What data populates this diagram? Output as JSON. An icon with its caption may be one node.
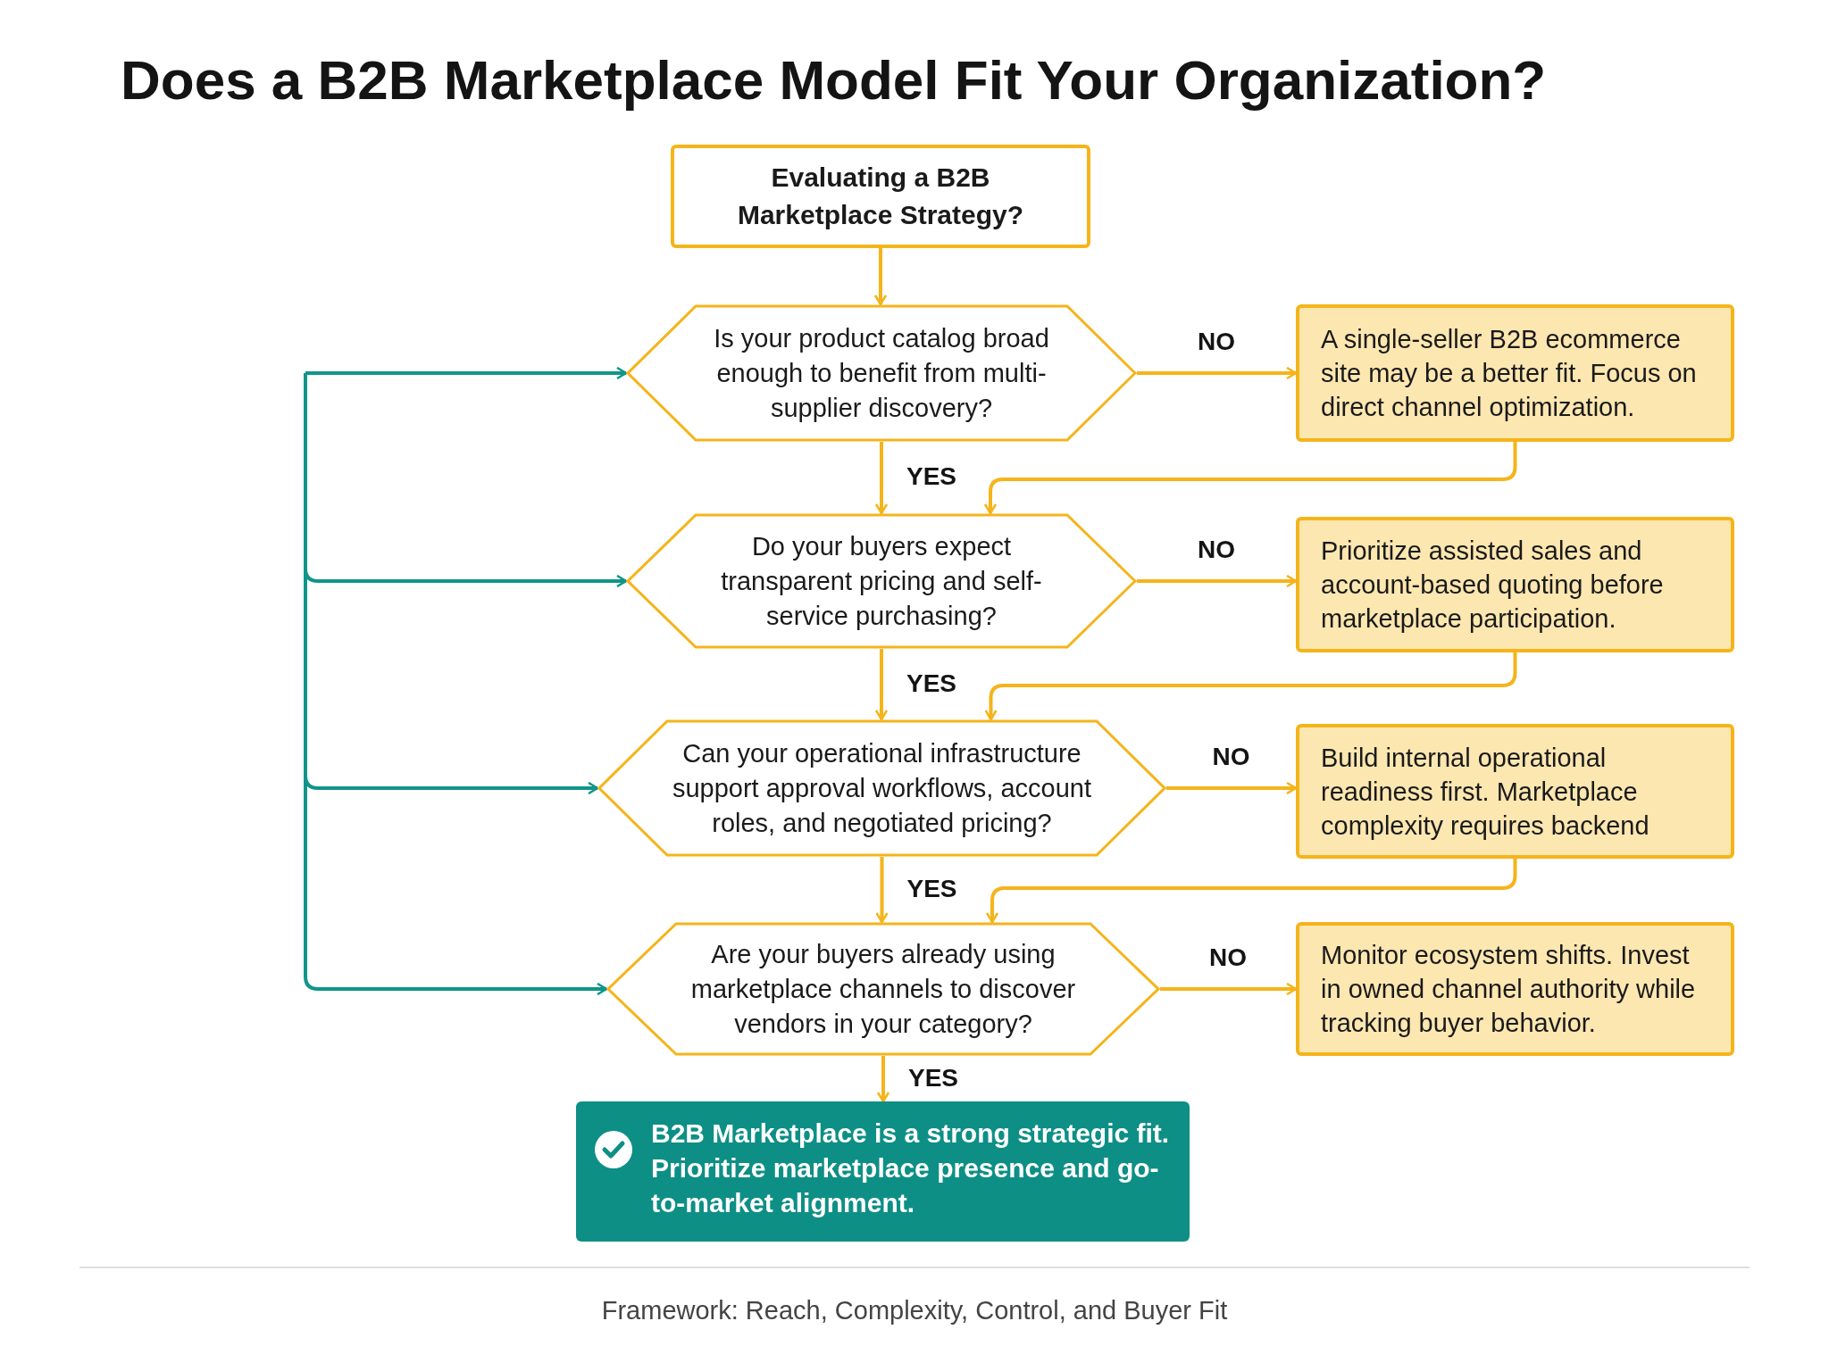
{
  "diagram": {
    "title": "Does a B2B Marketplace Model Fit Your Organization?",
    "nodes": [
      {
        "text": [
          "Evaluating a B2B Marketplace Strategy?"
        ]
      },
      {
        "text": [
          "Is your product catalog broad enough to benefit from multi-supplier discovery?"
        ]
      },
      {
        "text": [
          "A single-seller B2B ecommerce site may be a better fit. Focus on direct channel optimization."
        ]
      },
      {
        "text": [
          "Do your buyers expect transparent pricing and self-service purchasing?"
        ]
      },
      {
        "text": [
          "Prioritize assisted sales and account-based quoting before marketplace participation."
        ]
      },
      {
        "text": [
          "Can your operational infrastructure support approval workflows, account roles, and negotiated pricing?"
        ]
      },
      {
        "text": [
          "Build internal operational readiness first. Marketplace complexity requires backend"
        ]
      },
      {
        "text": [
          "Are your buyers already using marketplace channels to discover vendors in your category?"
        ]
      },
      {
        "text": [
          "Monitor ecosystem shifts. Invest in owned channel authority while tracking buyer behavior."
        ]
      },
      {
        "text": [
          "B2B Marketplace is a strong strategic fit. Prioritize marketplace presence and go-to-market alignment."
        ]
      }
    ],
    "edges": [
      {
        "from": 0,
        "to": 1,
        "arrow": "to"
      },
      {
        "from": 1,
        "to": 2,
        "arrow": "to",
        "label": "NO"
      },
      {
        "from": 1,
        "to": 3,
        "arrow": "to",
        "label": "YES"
      },
      {
        "from": 2,
        "to": 3,
        "arrow": "to"
      },
      {
        "from": 3,
        "to": 4,
        "arrow": "to",
        "label": "NO"
      },
      {
        "from": 3,
        "to": 5,
        "arrow": "to",
        "label": "YES"
      },
      {
        "from": 4,
        "to": 5,
        "arrow": "to"
      },
      {
        "from": 5,
        "to": 6,
        "arrow": "to",
        "label": "NO"
      },
      {
        "from": 5,
        "to": 7,
        "arrow": "to",
        "label": "YES"
      },
      {
        "from": 6,
        "to": 7,
        "arrow": "to"
      },
      {
        "from": 7,
        "to": 8,
        "arrow": "to",
        "label": "NO"
      },
      {
        "from": 7,
        "to": 9,
        "arrow": "to",
        "label": "YES"
      },
      {
        "from": null,
        "to": 1,
        "arrow": "to",
        "color": "#10958b"
      },
      {
        "from": null,
        "to": 3,
        "arrow": "to",
        "color": "#10958b"
      },
      {
        "from": null,
        "to": 5,
        "arrow": "to",
        "color": "#10958b"
      },
      {
        "from": null,
        "to": 7,
        "arrow": "to",
        "color": "#10958b"
      }
    ],
    "labels": [
      "Framework: Reach, Complexity, Control, and Buyer Fit"
    ]
  }
}
